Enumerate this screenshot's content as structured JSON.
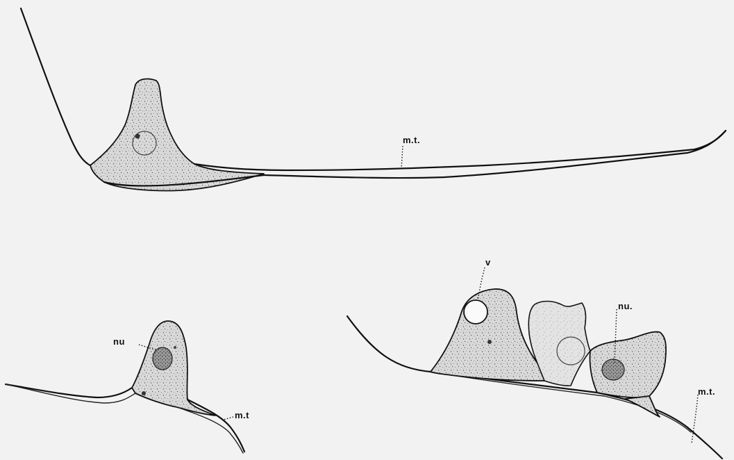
{
  "figure": {
    "labels": {
      "top_mt": "m.t.",
      "left_nu": "nu",
      "left_mt": "m.t",
      "right_v": "v",
      "right_nu": "nu.",
      "right_mt": "m.t."
    }
  }
}
